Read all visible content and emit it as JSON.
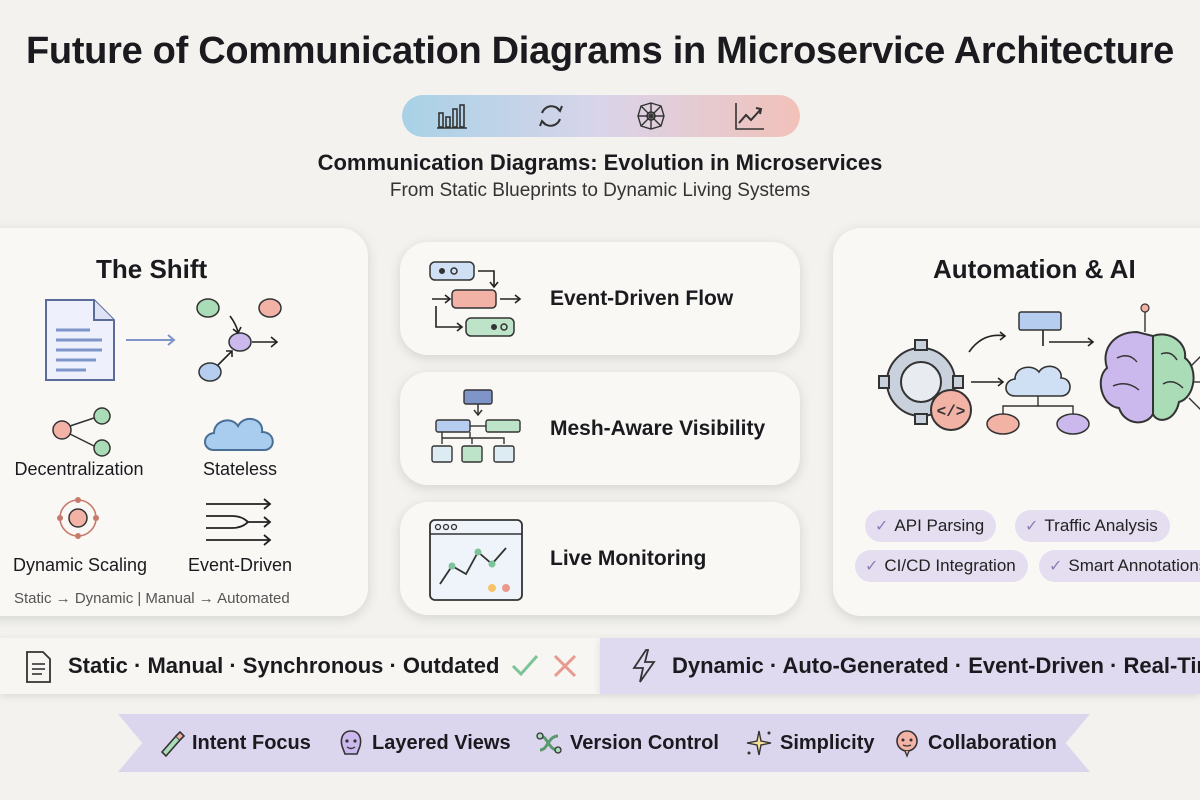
{
  "header": {
    "title": "Future of Communication Diagrams in Microservice Architecture",
    "subtitle": "Communication Diagrams: Evolution in Microservices",
    "tagline": "From Static Blueprints to Dynamic Living Systems",
    "pill_icons": [
      "bar-chart-icon",
      "refresh-cycle-icon",
      "network-mesh-icon",
      "trend-up-icon"
    ]
  },
  "shift": {
    "title": "The Shift",
    "items": [
      {
        "label": "Decentralization",
        "icon": "share-nodes-icon"
      },
      {
        "label": "Stateless",
        "icon": "cloud-icon"
      },
      {
        "label": "Dynamic Scaling",
        "icon": "orbit-node-icon"
      },
      {
        "label": "Event-Driven",
        "icon": "parallel-arrows-icon"
      }
    ],
    "footer": "Static → Dynamic | Manual → Automated"
  },
  "features": [
    {
      "label": "Event-Driven Flow",
      "icon": "event-flow-icon"
    },
    {
      "label": "Mesh-Aware Visibility",
      "icon": "hierarchy-icon"
    },
    {
      "label": "Live Monitoring",
      "icon": "dashboard-chart-icon"
    }
  ],
  "automation": {
    "title": "Automation & AI",
    "chips": [
      "API Parsing",
      "Traffic Analysis",
      "CI/CD Integration",
      "Smart Annotations"
    ]
  },
  "comparison": {
    "old": "Static · Manual · Synchronous · Outdated",
    "new": "Dynamic · Auto-Generated · Event-Driven · Real-Time",
    "check_color": "#7cc39a",
    "cross_color": "#e89a8e"
  },
  "ribbon": [
    {
      "label": "Intent Focus",
      "icon": "pen-icon"
    },
    {
      "label": "Layered Views",
      "icon": "layers-face-icon"
    },
    {
      "label": "Version Control",
      "icon": "branch-icon"
    },
    {
      "label": "Simplicity",
      "icon": "sparkle-icon"
    },
    {
      "label": "Collaboration",
      "icon": "chat-face-icon"
    }
  ],
  "colors": {
    "background": "#f3f2ee",
    "accent_purple": "#dcd5ee",
    "accent_blue": "#a8d2e6",
    "accent_salmon": "#f2c1b9"
  }
}
